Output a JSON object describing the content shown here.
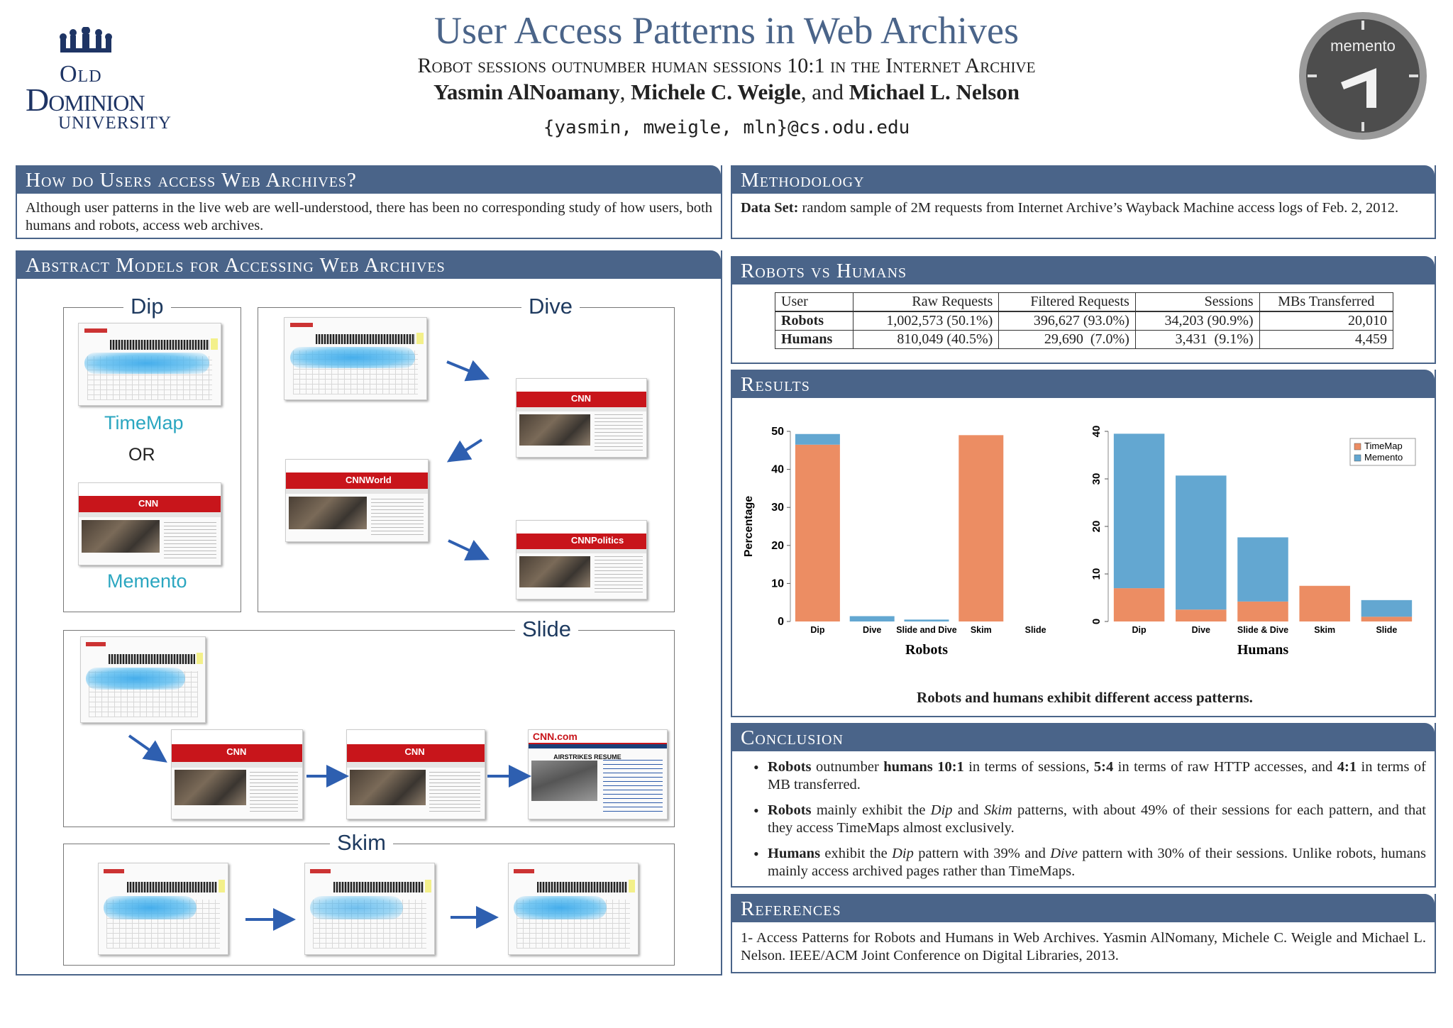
{
  "header": {
    "title": "User Access Patterns in Web Archives",
    "subtitle": "Robot sessions outnumber human sessions 10:1 in the Internet Archive",
    "authors": [
      {
        "name": "Yasmin AlNoamany",
        "sep": ", "
      },
      {
        "name": "Michele C. Weigle",
        "sep": ", and "
      },
      {
        "name": "Michael L. Nelson",
        "sep": ""
      }
    ],
    "email": "{yasmin, mweigle, mln}@cs.odu.edu"
  },
  "logo": {
    "line1": "Old",
    "line2": "Dominion",
    "line3": "University"
  },
  "memento_logo": {
    "text": "memento"
  },
  "sections": {
    "how": {
      "title": "How do Users access Web Archives?",
      "body": "Although user patterns in the live web are well-understood, there has been no corresponding study of how users, both humans and robots, access web archives."
    },
    "abstract": {
      "title": "Abstract Models for Accessing Web Archives",
      "labels": {
        "dip": "Dip",
        "dive": "Dive",
        "slide": "Slide",
        "skim": "Skim",
        "timemap": "TimeMap",
        "or": "OR",
        "memento": "Memento"
      },
      "thumb_text": {
        "cnn": "CNN",
        "cnnworld": "CNNWorld",
        "cnnpolitics": "CNNPolitics",
        "cnncom": "CNN.com",
        "airstrikes": "AIRSTRIKES RESUME"
      }
    },
    "methodology": {
      "title": "Methodology",
      "label": "Data Set:",
      "body": " random sample of 2M requests from Internet Archive’s Wayback Machine access logs of Feb. 2, 2012."
    },
    "robots_vs_humans": {
      "title": "Robots vs Humans",
      "headers": [
        "User",
        "Raw Requests",
        "Filtered Requests",
        "Sessions",
        "MBs Transferred"
      ],
      "rows": [
        [
          "Robots",
          "1,002,573 (50.1%)",
          "396,627 (93.0%)",
          "34,203 (90.9%)",
          "20,010"
        ],
        [
          "Humans",
          "810,049 (40.5%)",
          "29,690  (7.0%)",
          "3,431  (9.1%)",
          "4,459"
        ]
      ]
    },
    "results": {
      "title": "Results",
      "caption": "Robots and humans exhibit different access patterns."
    },
    "conclusion": {
      "title": "Conclusion",
      "items": [
        [
          {
            "t": "Robots",
            "b": true
          },
          {
            "t": " outnumber "
          },
          {
            "t": "humans 10:1",
            "b": true
          },
          {
            "t": " in terms of sessions, "
          },
          {
            "t": "5:4",
            "b": true
          },
          {
            "t": " in terms of raw HTTP accesses, and "
          },
          {
            "t": "4:1",
            "b": true
          },
          {
            "t": " in terms of MB transferred."
          }
        ],
        [
          {
            "t": "Robots",
            "b": true
          },
          {
            "t": " mainly exhibit the "
          },
          {
            "t": "Dip",
            "i": true
          },
          {
            "t": " and "
          },
          {
            "t": "Skim",
            "i": true
          },
          {
            "t": " patterns, with about 49% of their sessions for each pattern, and that they access TimeMaps almost exclusively."
          }
        ],
        [
          {
            "t": "Humans",
            "b": true
          },
          {
            "t": " exhibit the "
          },
          {
            "t": "Dip",
            "i": true
          },
          {
            "t": " pattern with 39% and "
          },
          {
            "t": "Dive",
            "i": true
          },
          {
            "t": " pattern with 30% of their sessions.  Unlike robots, humans mainly access archived pages rather than TimeMaps."
          }
        ]
      ]
    },
    "references": {
      "title": "References",
      "body": "1- Access Patterns for Robots and Humans in Web Archives.  Yasmin AlNomany, Michele C. Weigle and Michael L. Nelson. IEEE/ACM Joint Conference on Digital Libraries, 2013."
    }
  },
  "chart_data": [
    {
      "type": "bar",
      "stacked": true,
      "xlabel": "Robots",
      "ylabel": "Percentage",
      "ylim": [
        0,
        50
      ],
      "yticks": [
        0,
        10,
        20,
        30,
        40,
        50
      ],
      "categories": [
        "Dip",
        "Dive",
        "Slide and Dive",
        "Skim",
        "Slide"
      ],
      "series": [
        {
          "name": "TimeMap",
          "color": "#ec8d63",
          "values": [
            46.5,
            0,
            0,
            49,
            0
          ]
        },
        {
          "name": "Memento",
          "color": "#63a7d1",
          "values": [
            2.8,
            1.4,
            0.5,
            0,
            0
          ]
        }
      ]
    },
    {
      "type": "bar",
      "stacked": true,
      "xlabel": "Humans",
      "ylim": [
        0,
        40
      ],
      "yticks": [
        0,
        10,
        20,
        30,
        40
      ],
      "categories": [
        "Dip",
        "Dive",
        "Slide & Dive",
        "Skim",
        "Slide"
      ],
      "legend": "top-right",
      "series": [
        {
          "name": "TimeMap",
          "color": "#ec8d63",
          "values": [
            7,
            2.5,
            4.2,
            7.5,
            1
          ]
        },
        {
          "name": "Memento",
          "color": "#63a7d1",
          "values": [
            32.5,
            28.2,
            13.5,
            0,
            3.5
          ]
        }
      ]
    }
  ]
}
